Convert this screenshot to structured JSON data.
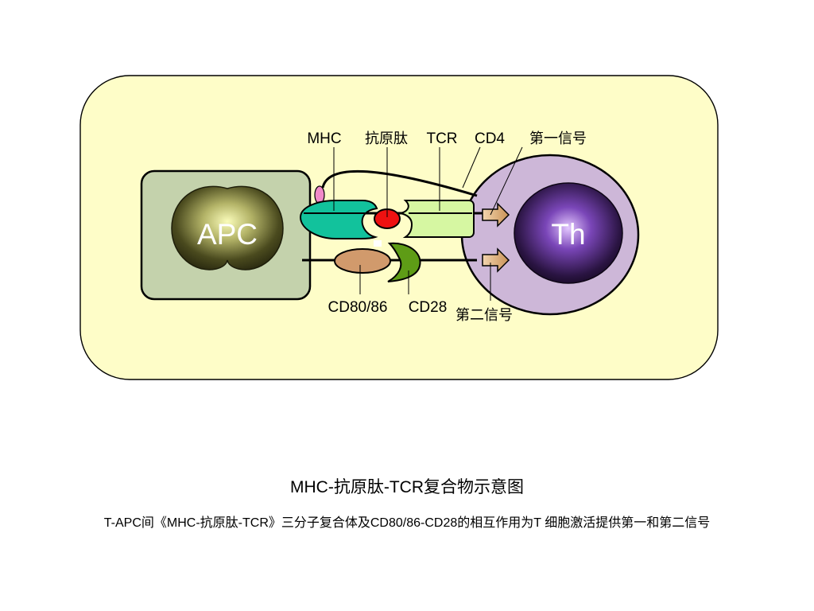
{
  "diagram": {
    "cells": {
      "apc": "APC",
      "th": "Th"
    },
    "labels": {
      "mhc": "MHC",
      "antigen_peptide": "抗原肽",
      "tcr": "TCR",
      "cd4": "CD4",
      "first_signal": "第一信号",
      "cd80_86": "CD80/86",
      "cd28": "CD28",
      "second_signal": "第二信号"
    }
  },
  "caption": {
    "title": "MHC-抗原肽-TCR复合物示意图",
    "description": "T-APC间《MHC-抗原肽-TCR》三分子复合体及CD80/86-CD28的相互作用为T 细胞激活提供第一和第二信号"
  },
  "colors": {
    "panel": "#FEFDC8",
    "apc_cell": "#C4D2AC",
    "th_cell": "#CDB7D8",
    "mhc": "#12C29C",
    "peptide": "#EE1111",
    "tcr": "#D6F7A2",
    "cd80_86": "#D19A6C",
    "cd28": "#5E9C16",
    "signal_arrow": "#E2B787",
    "cd4_tip": "#F18AC9"
  }
}
